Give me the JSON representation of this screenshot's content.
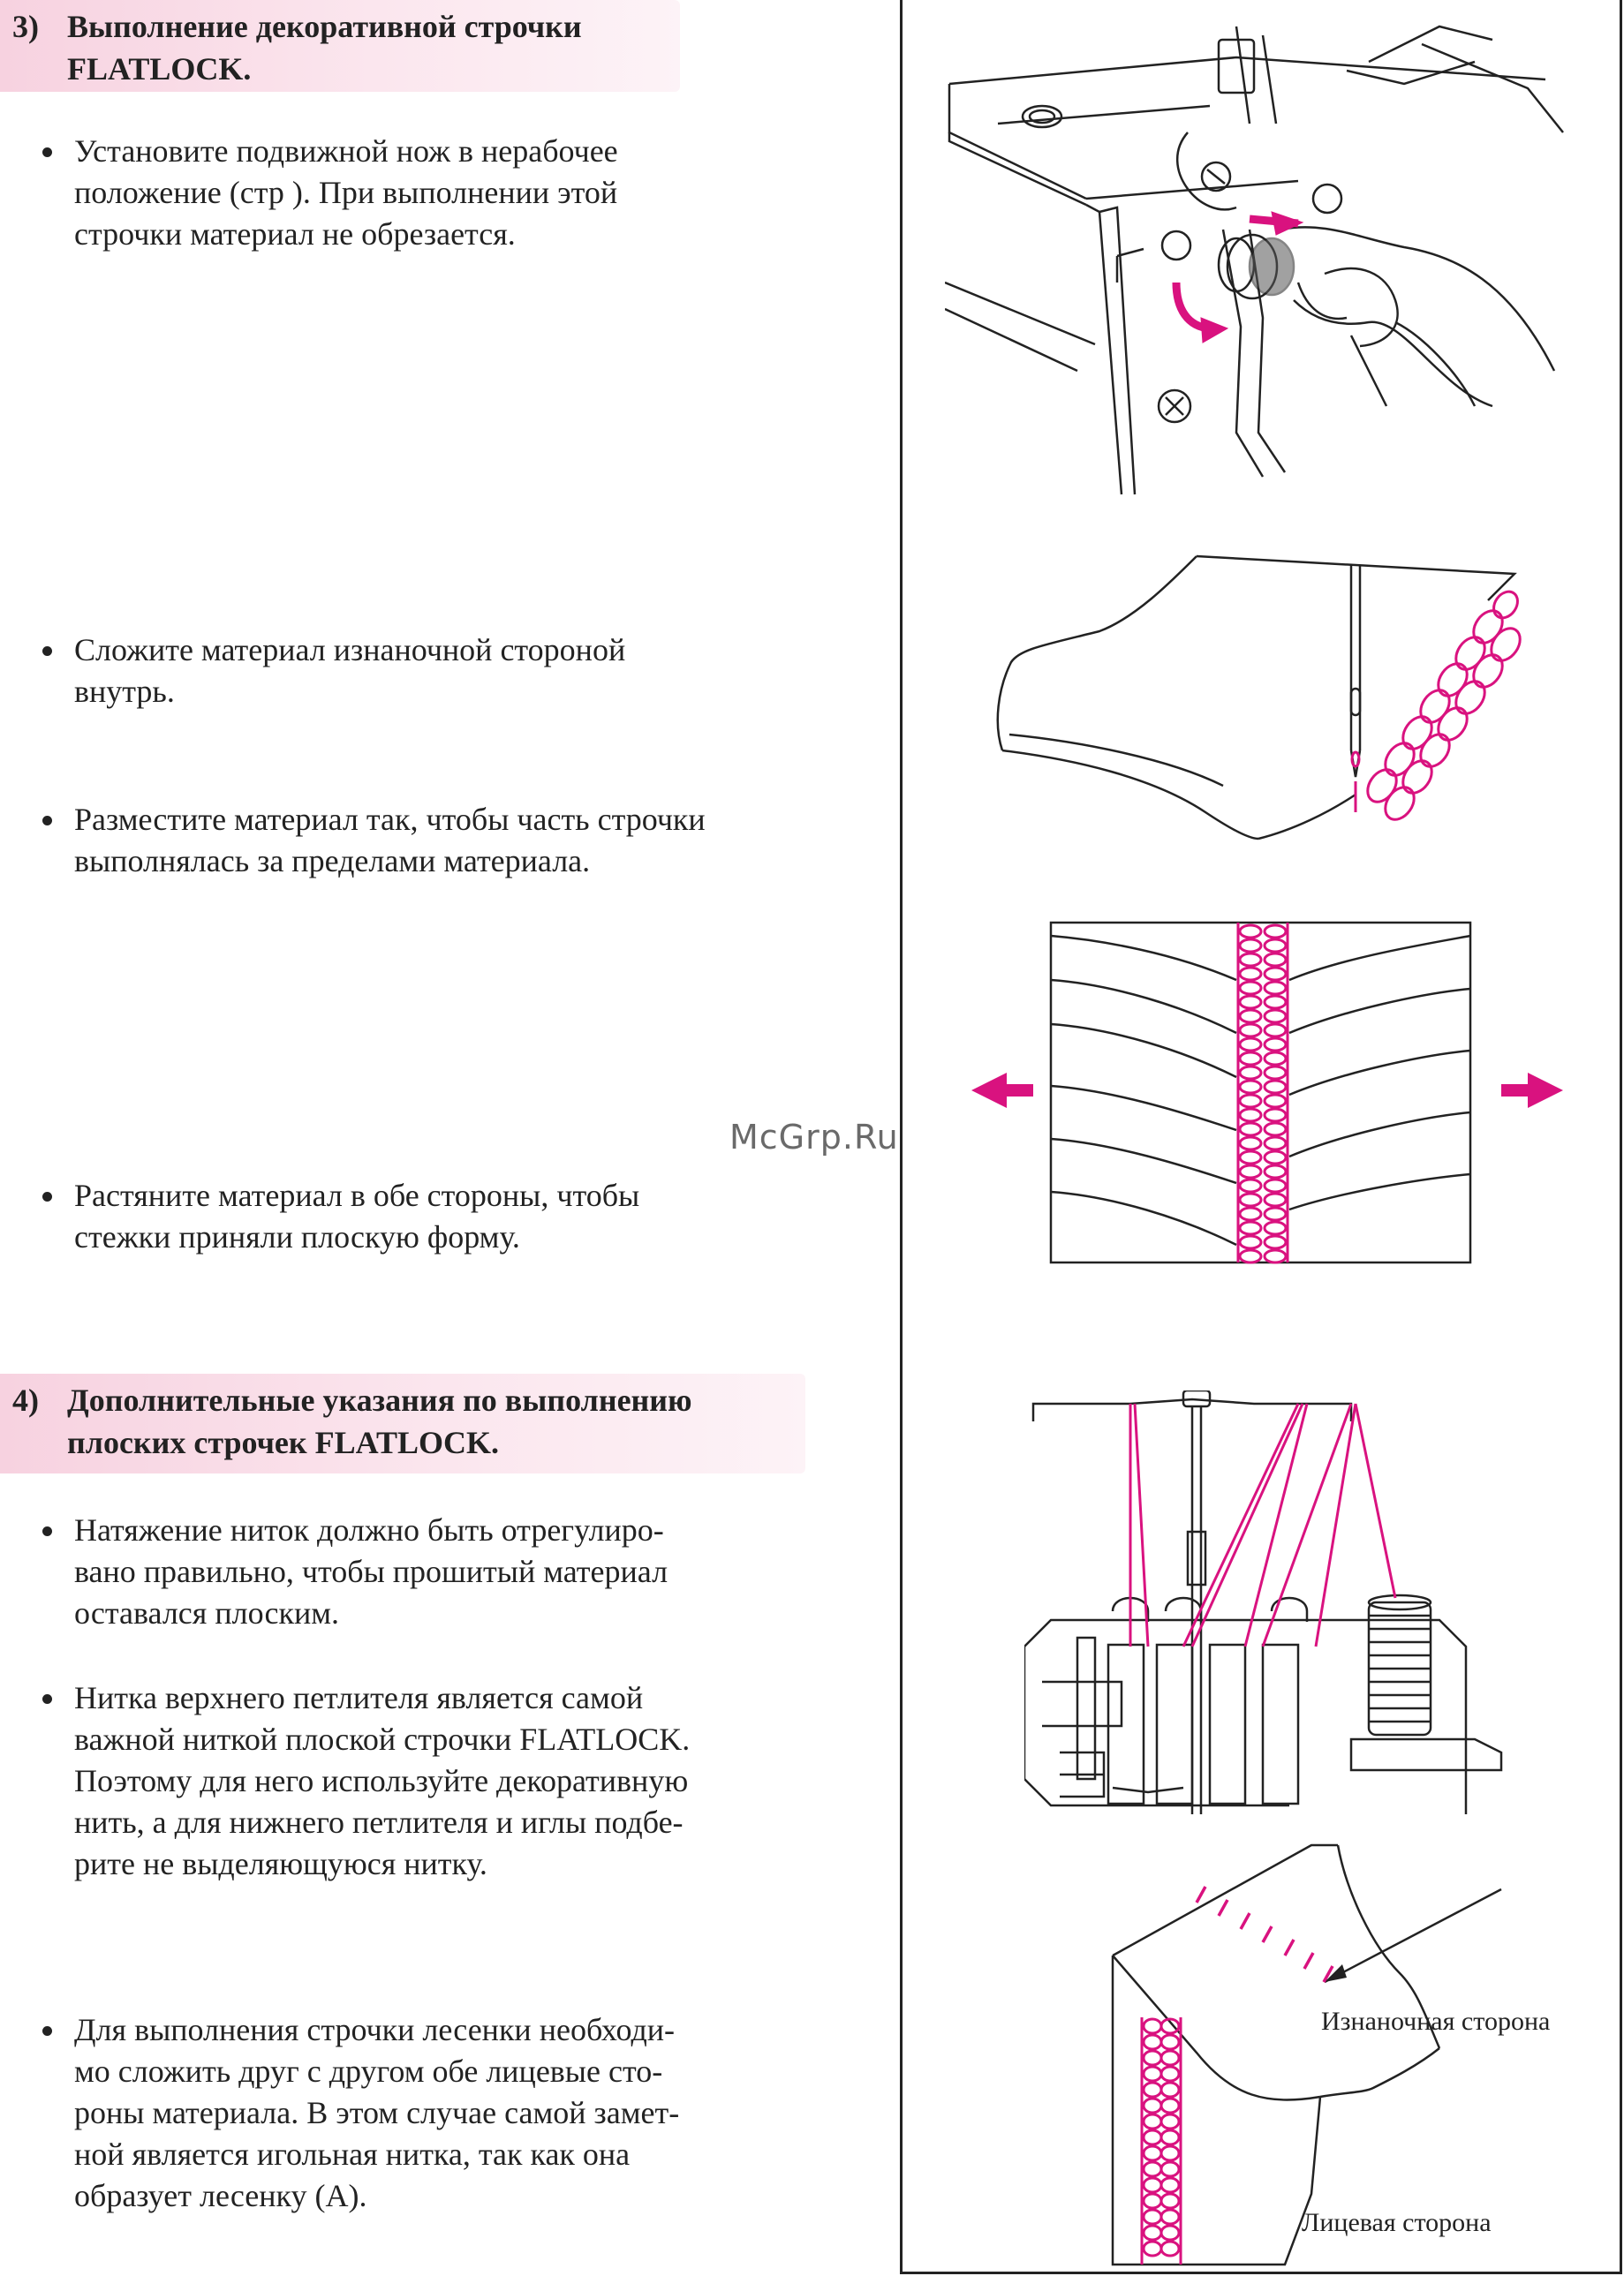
{
  "section3": {
    "number": "3)",
    "title_line1": "Выполнение декоративной строчки",
    "title_line2": "FLATLOCK."
  },
  "bullets3": [
    {
      "lines": [
        "Установите подвижной нож в нерабочее",
        "положение (стр     ). При выполнении этой",
        "строчки материал не обрезается."
      ]
    },
    {
      "lines": [
        "Сложите материал изнаночной стороной",
        "внутрь."
      ]
    },
    {
      "lines": [
        "Разместите материал так, чтобы часть строчки",
        "выполнялась за пределами материала."
      ]
    },
    {
      "lines": [
        "Растяните материал в обе стороны, чтобы",
        "стежки приняли плоскую форму."
      ]
    }
  ],
  "section4": {
    "number": "4)",
    "title_line1": "Дополнительные указания по выполнению",
    "title_line2": "плоских строчек FLATLOCK."
  },
  "bullets4": [
    {
      "lines": [
        "Натяжение ниток должно быть отрегулиро-",
        "вано правильно, чтобы прошитый материал",
        "оставался плоским."
      ]
    },
    {
      "lines": [
        "Нитка верхнего петлителя является самой",
        "важной ниткой плоской строчки FLATLOCK.",
        "Поэтому для него используйте декоративную",
        "нить, а для нижнего петлителя и иглы подбе-",
        "рите не выделяющуюся нитку."
      ]
    },
    {
      "lines": [
        "Для выполнения строчки лесенки необходи-",
        "мо сложить друг с другом обе лицевые сто-",
        "роны материала. В этом случае самой замет-",
        "ной является игольная нитка, так как она",
        "образует лесенку (А)."
      ]
    }
  ],
  "figures": {
    "wrong_side_label": "Изнаночная сторона",
    "right_side_label": "Лицевая сторона"
  },
  "watermark": "McGrp.Ru",
  "colors": {
    "accent": "#d9127f",
    "header_bg": "#f7d2e0",
    "ink": "#222222"
  }
}
